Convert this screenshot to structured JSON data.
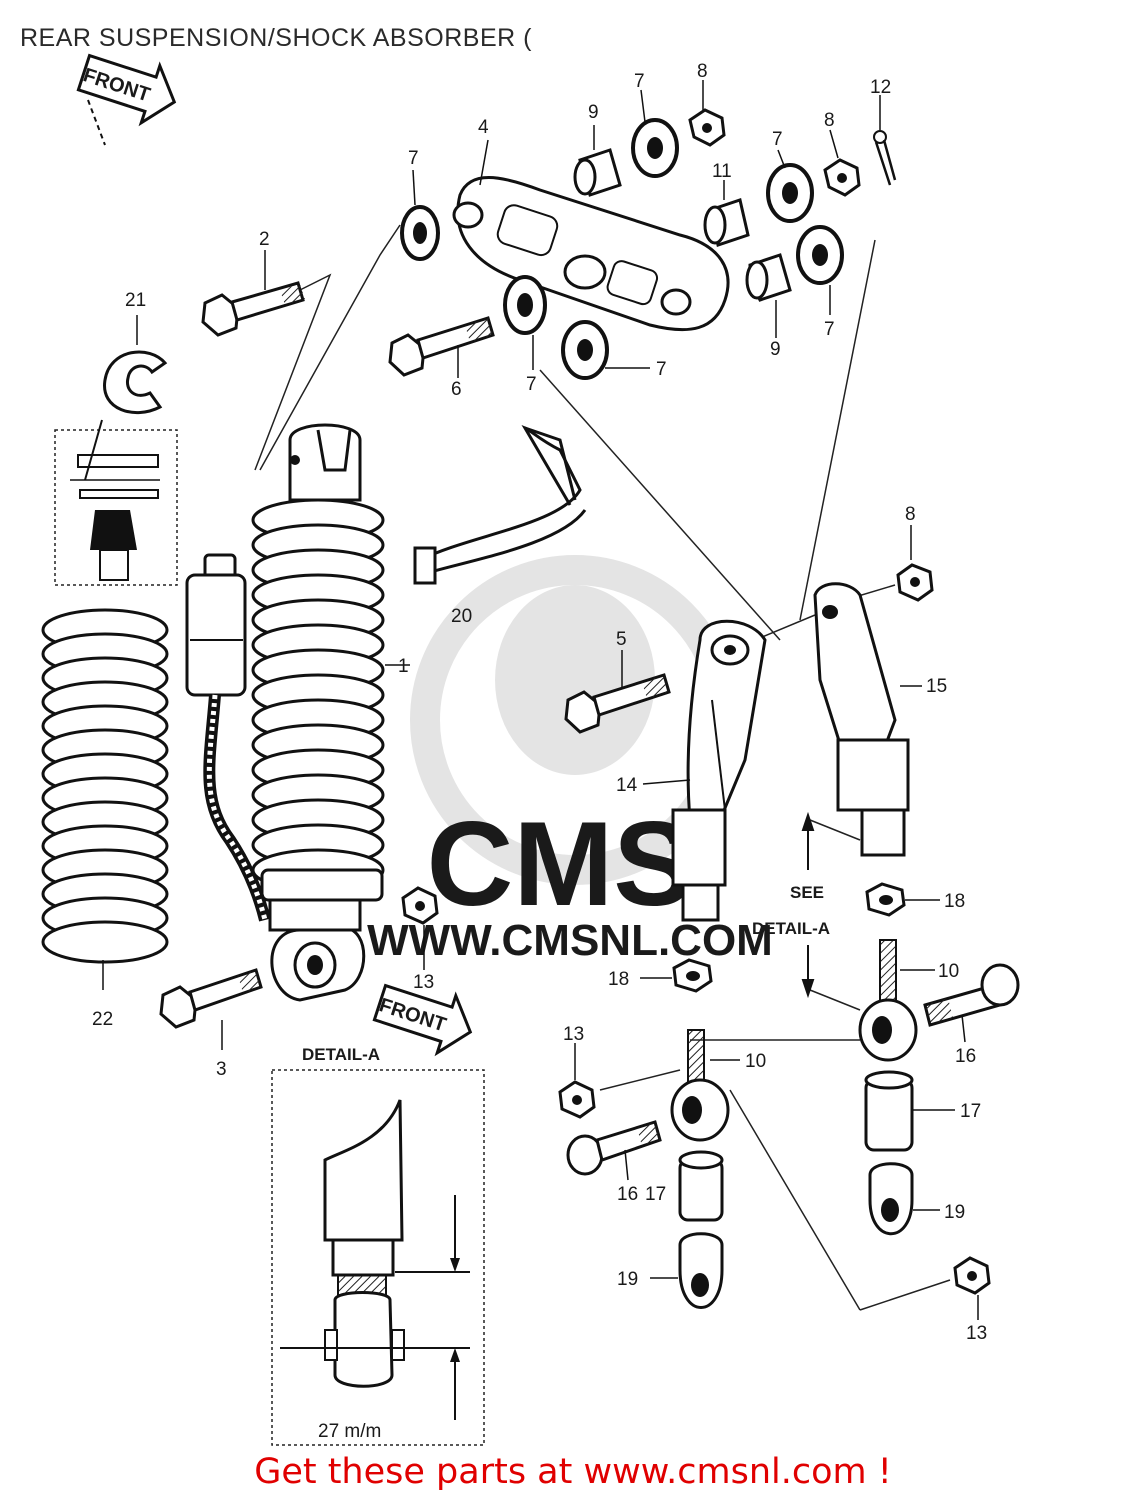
{
  "title": "REAR SUSPENSION/SHOCK ABSORBER (",
  "footer": "Get these parts at www.cmsnl.com !",
  "watermark": {
    "brand": "CMS",
    "url": "WWW.CMSNL.COM"
  },
  "front_arrow_label": "FRONT",
  "detail_heading": "DETAIL-A",
  "see_label": "SEE",
  "see_detail_label": "DETAIL-A",
  "dimension_label": "27 m/m",
  "part_numbers": {
    "p1": "1",
    "p2": "2",
    "p3": "3",
    "p4": "4",
    "p5": "5",
    "p6": "6",
    "p7a": "7",
    "p7b": "7",
    "p7c": "7",
    "p7d": "7",
    "p7e": "7",
    "p7f": "7",
    "p8a": "8",
    "p8b": "8",
    "p8c": "8",
    "p9a": "9",
    "p9b": "9",
    "p10a": "10",
    "p10b": "10",
    "p11": "11",
    "p12": "12",
    "p13a": "13",
    "p13b": "13",
    "p13c": "13",
    "p14": "14",
    "p15": "15",
    "p16a": "16",
    "p16b": "16",
    "p17a": "17",
    "p17b": "17",
    "p18a": "18",
    "p18b": "18",
    "p19a": "19",
    "p19b": "19",
    "p20": "20",
    "p21": "21",
    "p22": "22"
  },
  "colors": {
    "ink": "#1a1a1a",
    "footer": "#e00000",
    "watermark": "#e2e2e2"
  }
}
